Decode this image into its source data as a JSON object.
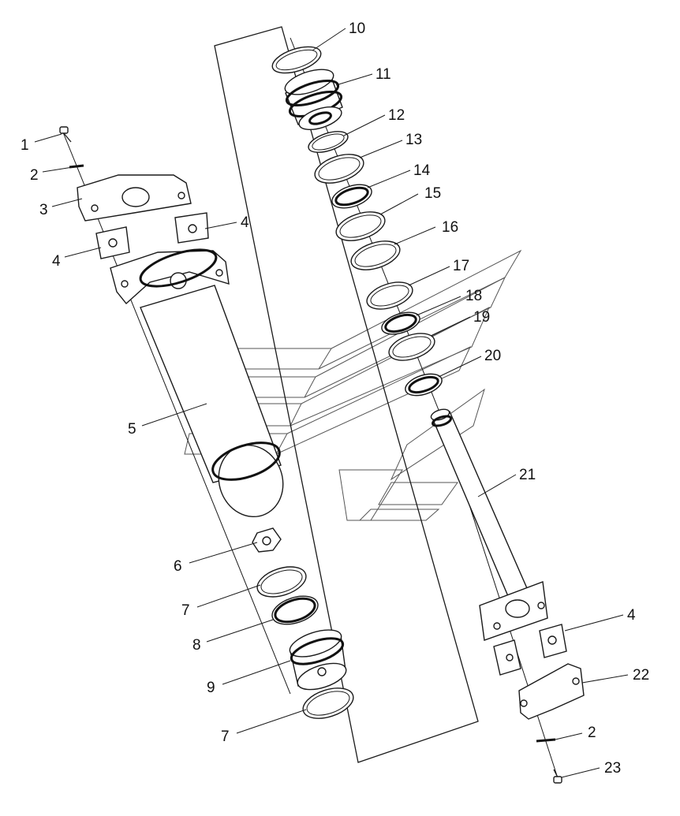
{
  "callouts": [
    {
      "id": "c1",
      "text": "1"
    },
    {
      "id": "c2a",
      "text": "2"
    },
    {
      "id": "c3",
      "text": "3"
    },
    {
      "id": "c4a",
      "text": "4"
    },
    {
      "id": "c4b",
      "text": "4"
    },
    {
      "id": "c5",
      "text": "5"
    },
    {
      "id": "c6",
      "text": "6"
    },
    {
      "id": "c7a",
      "text": "7"
    },
    {
      "id": "c8",
      "text": "8"
    },
    {
      "id": "c9",
      "text": "9"
    },
    {
      "id": "c7b",
      "text": "7"
    },
    {
      "id": "c10",
      "text": "10"
    },
    {
      "id": "c11",
      "text": "11"
    },
    {
      "id": "c12",
      "text": "12"
    },
    {
      "id": "c13",
      "text": "13"
    },
    {
      "id": "c14",
      "text": "14"
    },
    {
      "id": "c15",
      "text": "15"
    },
    {
      "id": "c16",
      "text": "16"
    },
    {
      "id": "c17",
      "text": "17"
    },
    {
      "id": "c18",
      "text": "18"
    },
    {
      "id": "c19",
      "text": "19"
    },
    {
      "id": "c20",
      "text": "20"
    },
    {
      "id": "c21",
      "text": "21"
    },
    {
      "id": "c4c",
      "text": "4"
    },
    {
      "id": "c22",
      "text": "22"
    },
    {
      "id": "c2b",
      "text": "2"
    },
    {
      "id": "c23",
      "text": "23"
    }
  ]
}
